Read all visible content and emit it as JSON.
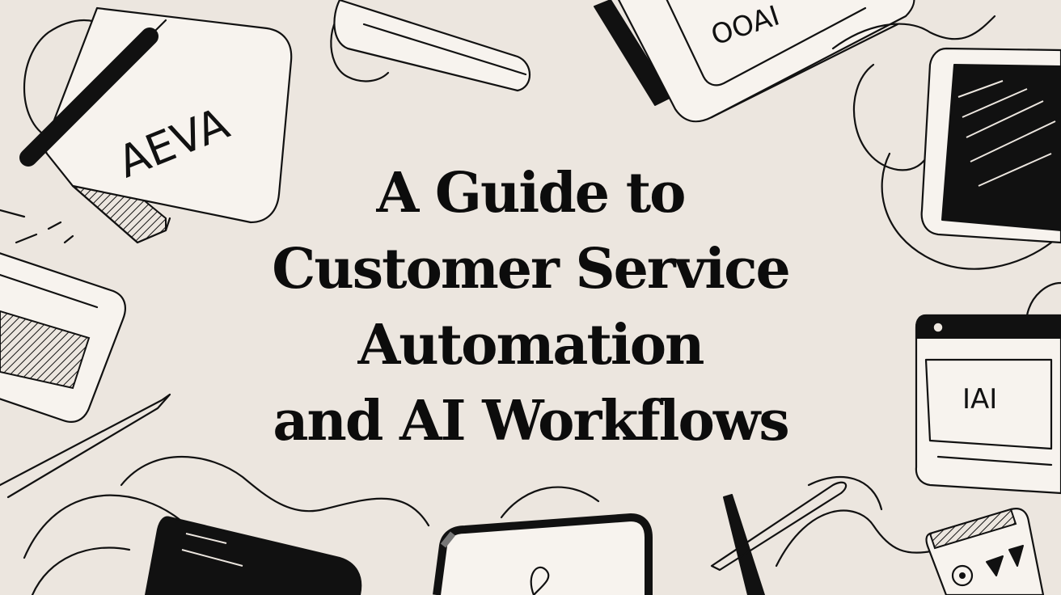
{
  "title": {
    "lines": [
      "A Guide to",
      "Customer Service",
      "Automation",
      "and AI Workflows"
    ]
  },
  "doodles": {
    "notebook_label": "AEVA",
    "window_label": "IAI",
    "top_card_label": "OOAI"
  },
  "colors": {
    "background": "#ece6df",
    "ink": "#111111"
  }
}
